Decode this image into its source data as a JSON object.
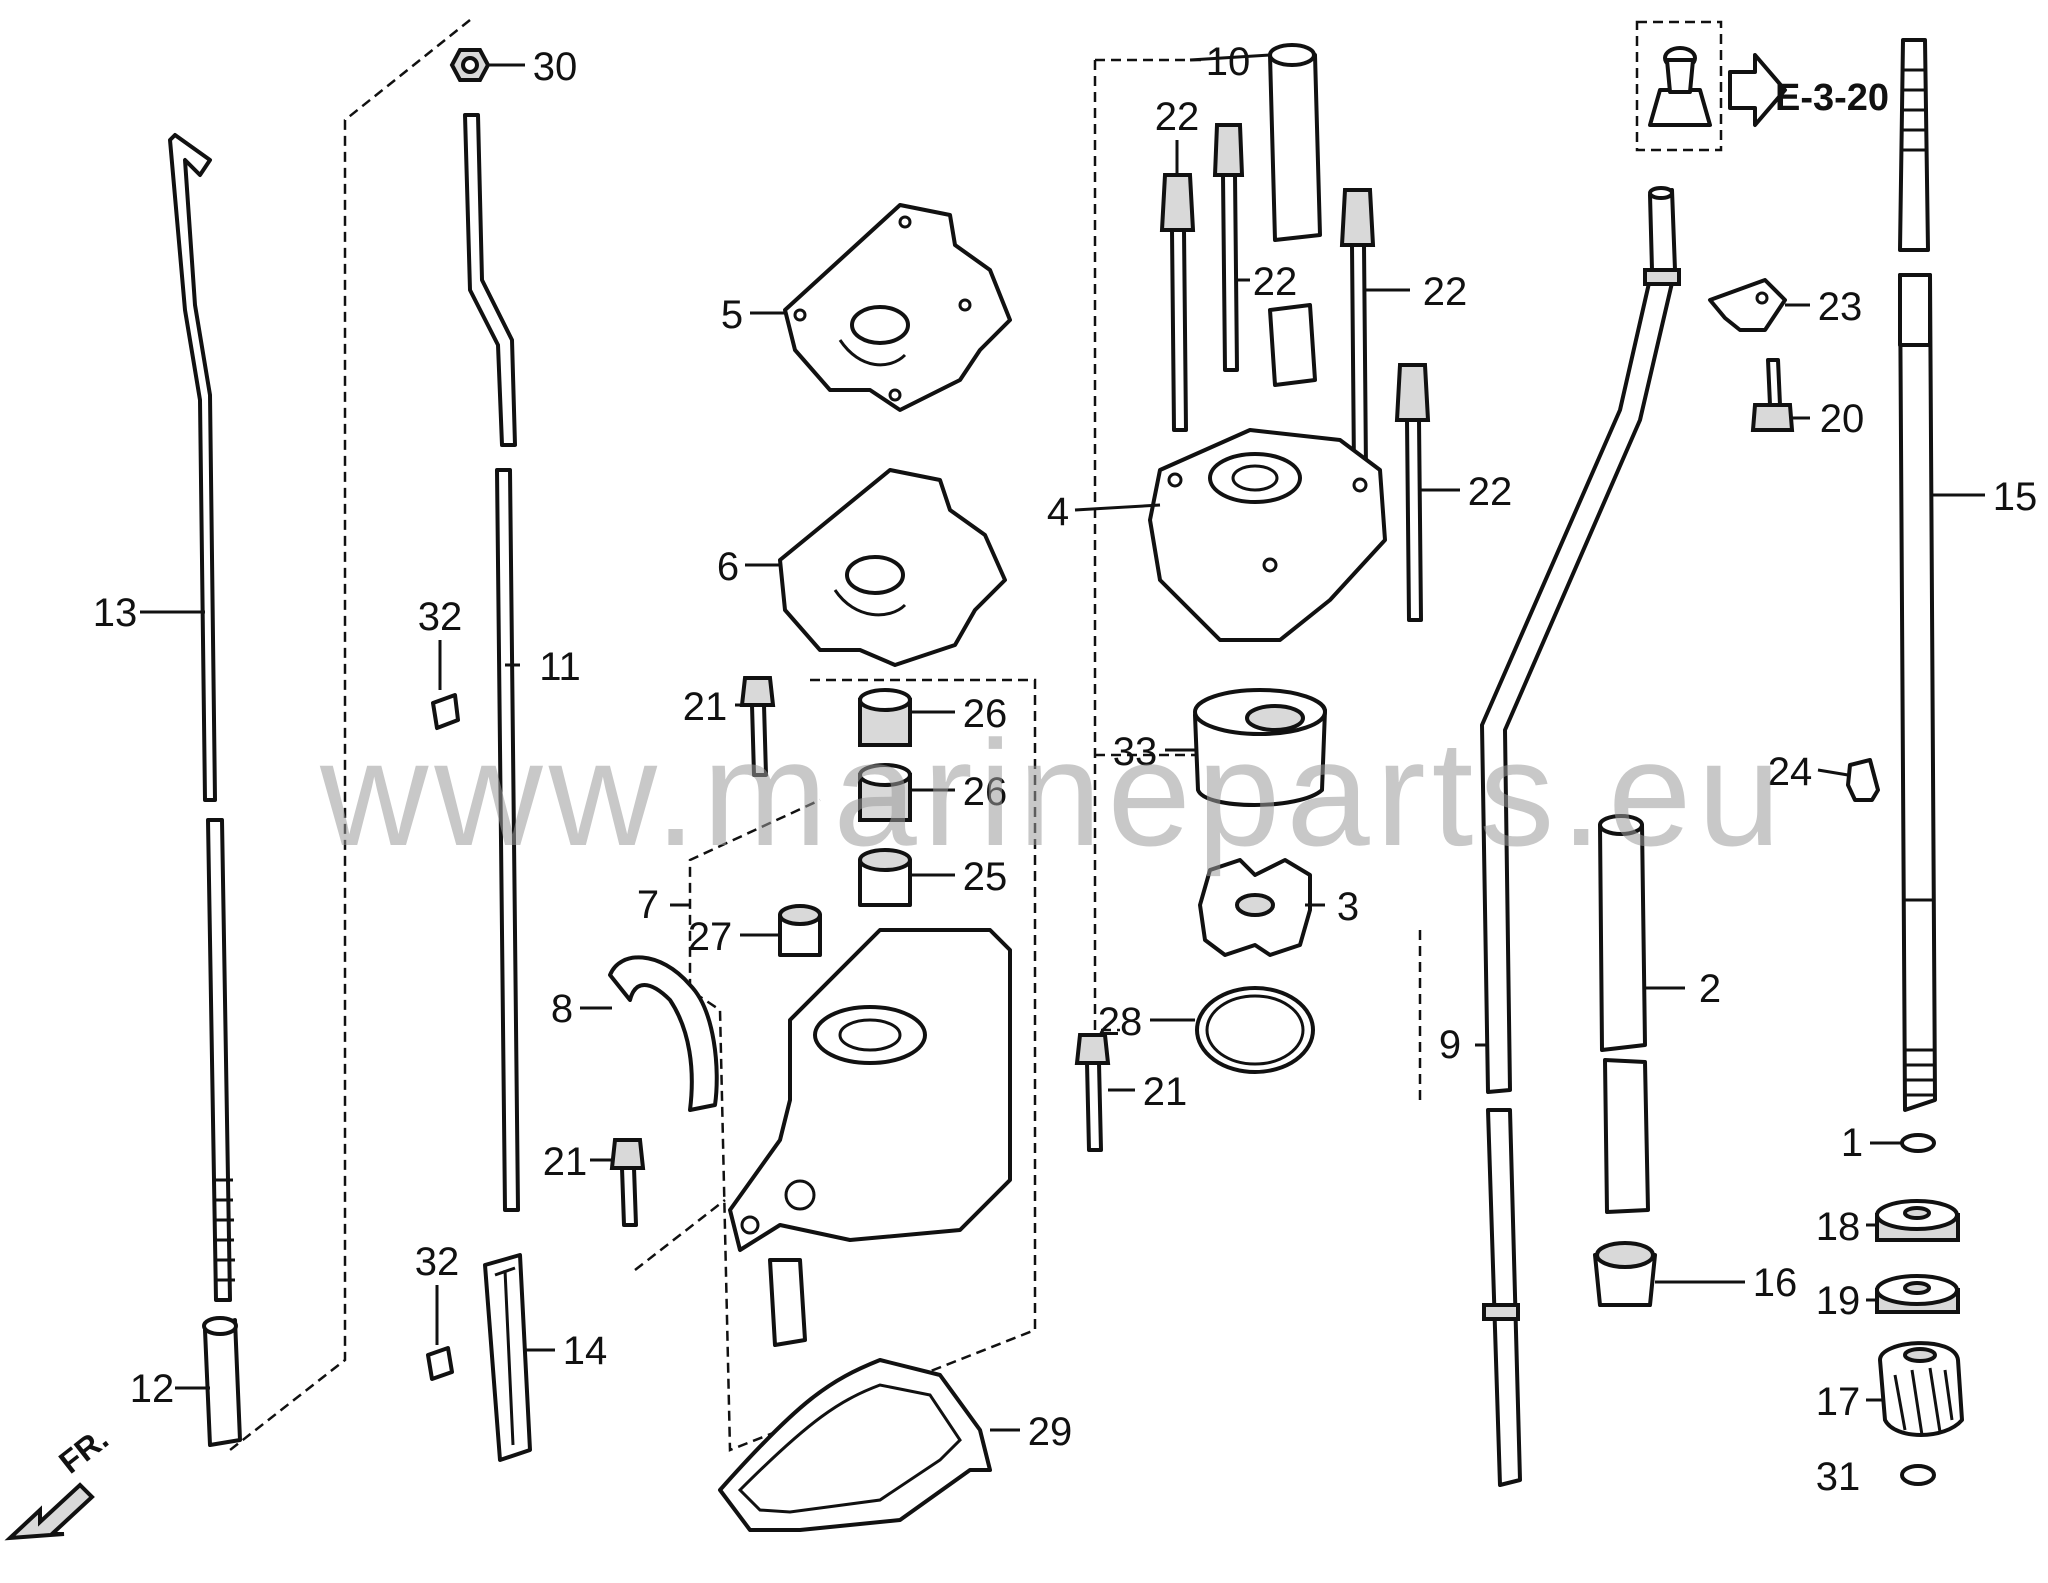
{
  "callouts": [
    {
      "id": "1",
      "text": "1"
    },
    {
      "id": "2",
      "text": "2"
    },
    {
      "id": "3",
      "text": "3"
    },
    {
      "id": "4",
      "text": "4"
    },
    {
      "id": "5",
      "text": "5"
    },
    {
      "id": "6",
      "text": "6"
    },
    {
      "id": "7",
      "text": "7"
    },
    {
      "id": "8",
      "text": "8"
    },
    {
      "id": "9",
      "text": "9"
    },
    {
      "id": "10",
      "text": "10"
    },
    {
      "id": "11",
      "text": "11"
    },
    {
      "id": "12",
      "text": "12"
    },
    {
      "id": "13",
      "text": "13"
    },
    {
      "id": "14",
      "text": "14"
    },
    {
      "id": "15",
      "text": "15"
    },
    {
      "id": "16",
      "text": "16"
    },
    {
      "id": "17",
      "text": "17"
    },
    {
      "id": "18",
      "text": "18"
    },
    {
      "id": "19",
      "text": "19"
    },
    {
      "id": "20",
      "text": "20"
    },
    {
      "id": "21",
      "text": "21"
    },
    {
      "id": "22",
      "text": "22"
    },
    {
      "id": "23",
      "text": "23"
    },
    {
      "id": "24",
      "text": "24"
    },
    {
      "id": "25",
      "text": "25"
    },
    {
      "id": "26",
      "text": "26"
    },
    {
      "id": "27",
      "text": "27"
    },
    {
      "id": "28",
      "text": "28"
    },
    {
      "id": "29",
      "text": "29"
    },
    {
      "id": "30",
      "text": "30"
    },
    {
      "id": "31",
      "text": "31"
    },
    {
      "id": "32",
      "text": "32"
    },
    {
      "id": "33",
      "text": "33"
    }
  ],
  "reference": "E-3-20",
  "direction": "FR.",
  "watermark": "www.marineparts.eu"
}
